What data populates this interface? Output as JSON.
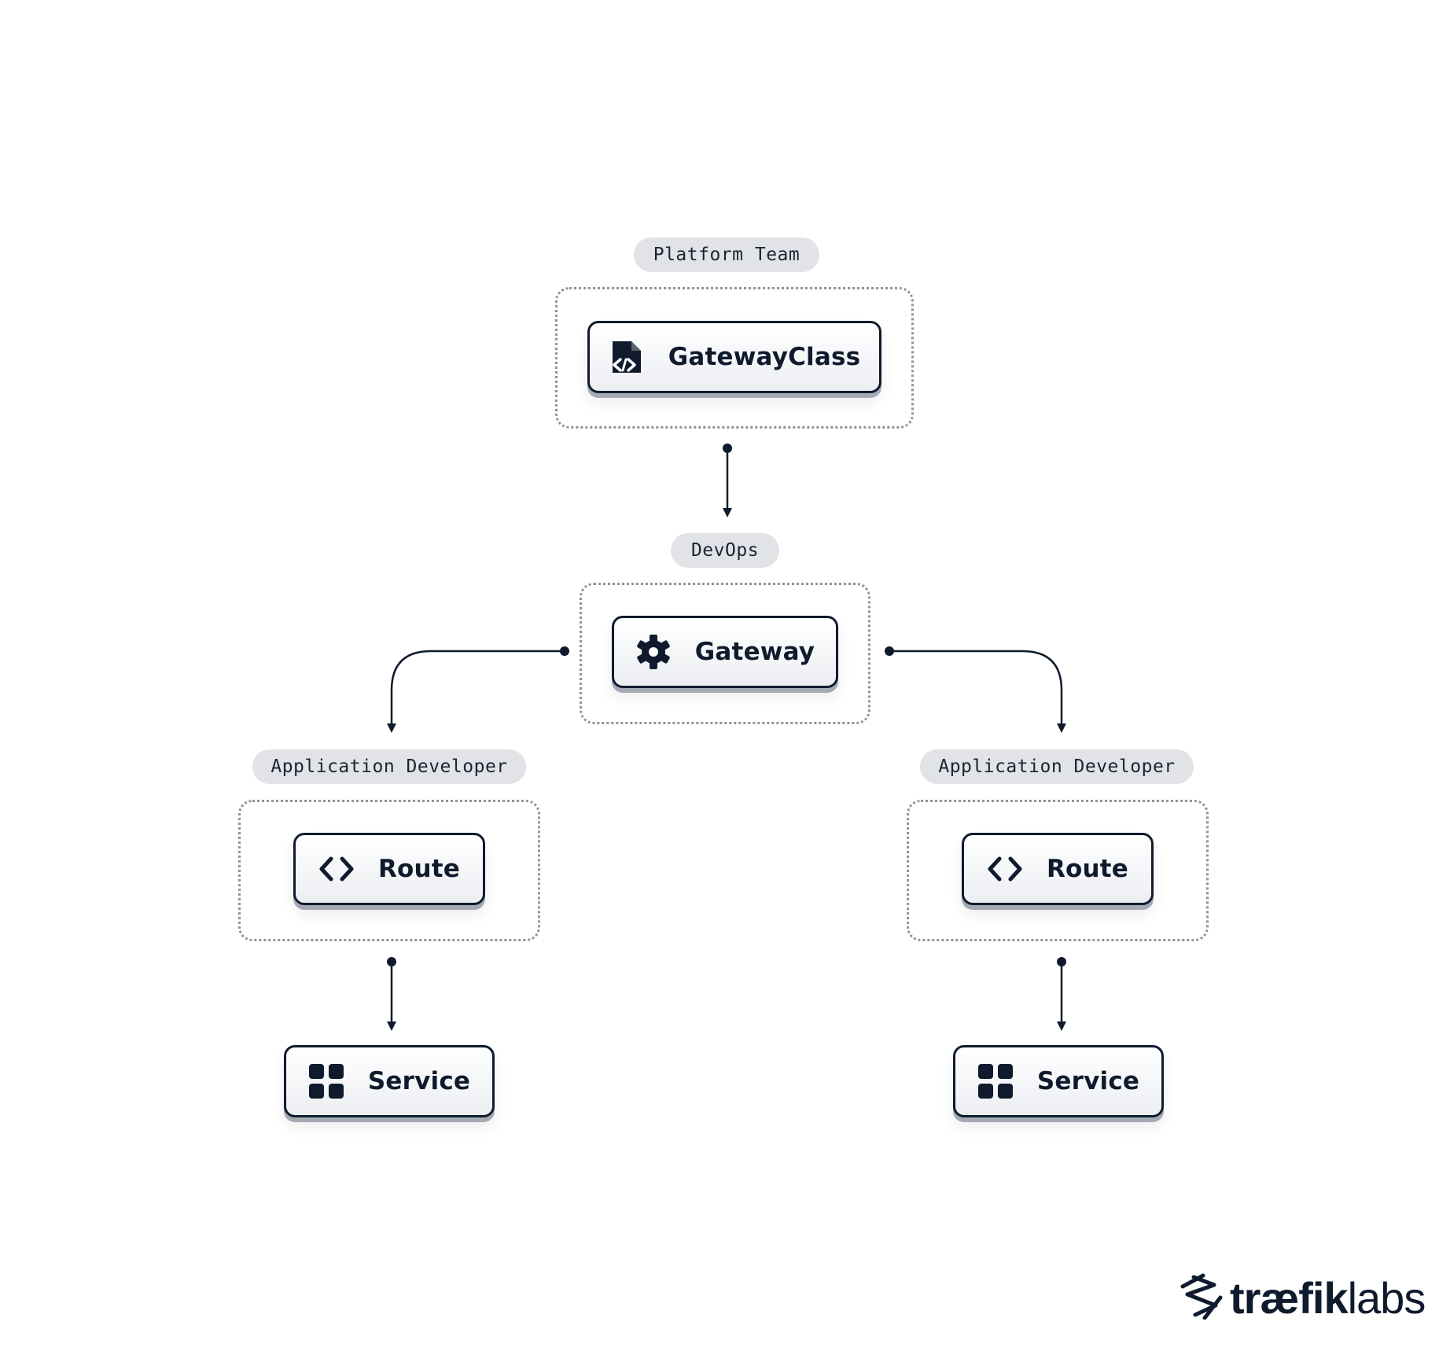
{
  "diagram": {
    "roles": {
      "platform": "Platform Team",
      "devops": "DevOps",
      "app_left": "Application Developer",
      "app_right": "Application Developer"
    },
    "nodes": {
      "gateway_class": "GatewayClass",
      "gateway": "Gateway",
      "route_left": "Route",
      "route_right": "Route",
      "service_left": "Service",
      "service_right": "Service"
    },
    "edges": [
      {
        "from": "GatewayClass",
        "to": "Gateway"
      },
      {
        "from": "Gateway",
        "to": "Route"
      },
      {
        "from": "Gateway",
        "to": "Route"
      },
      {
        "from": "Route",
        "to": "Service"
      },
      {
        "from": "Route",
        "to": "Service"
      }
    ]
  },
  "brand": {
    "part1": "træfik",
    "part2": "labs",
    "logo_icon": "traefik-logo-icon"
  },
  "colors": {
    "ink": "#0f1b2d",
    "pill": "#e1e3e7",
    "dotted_border": "#8f949c",
    "background": "#ffffff"
  }
}
